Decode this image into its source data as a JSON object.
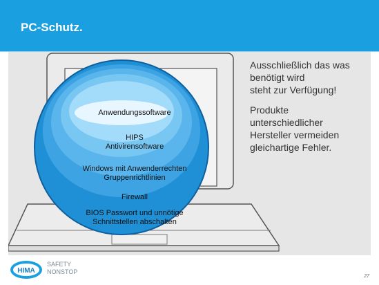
{
  "header": {
    "title": "PC-Schutz."
  },
  "right_panel": {
    "paragraph1": "Ausschließlich das was\nbenötigt wird\nsteht zur Verfügung!",
    "paragraph2": "Produkte\nunterschiedlicher\nHersteller vermeiden\ngleichartige Fehler."
  },
  "layers": {
    "application": "Anwendungssoftware",
    "hips": "HIPS\nAntivirensoftware",
    "windows": "Windows mit Anwenderrechten\nGruppenrichtlinien",
    "firewall": "Firewall",
    "bios": "BIOS Passwort und unnötige\nSchnittstellen abschalten"
  },
  "footer": {
    "logo_text": "HIMA",
    "tagline": "SAFETY\nNONSTOP",
    "page_number": "27"
  },
  "colors": {
    "header_blue": "#1aa0e0",
    "orb_outer": "#1f8fd6",
    "orb_inner": "#e8f6ff"
  }
}
